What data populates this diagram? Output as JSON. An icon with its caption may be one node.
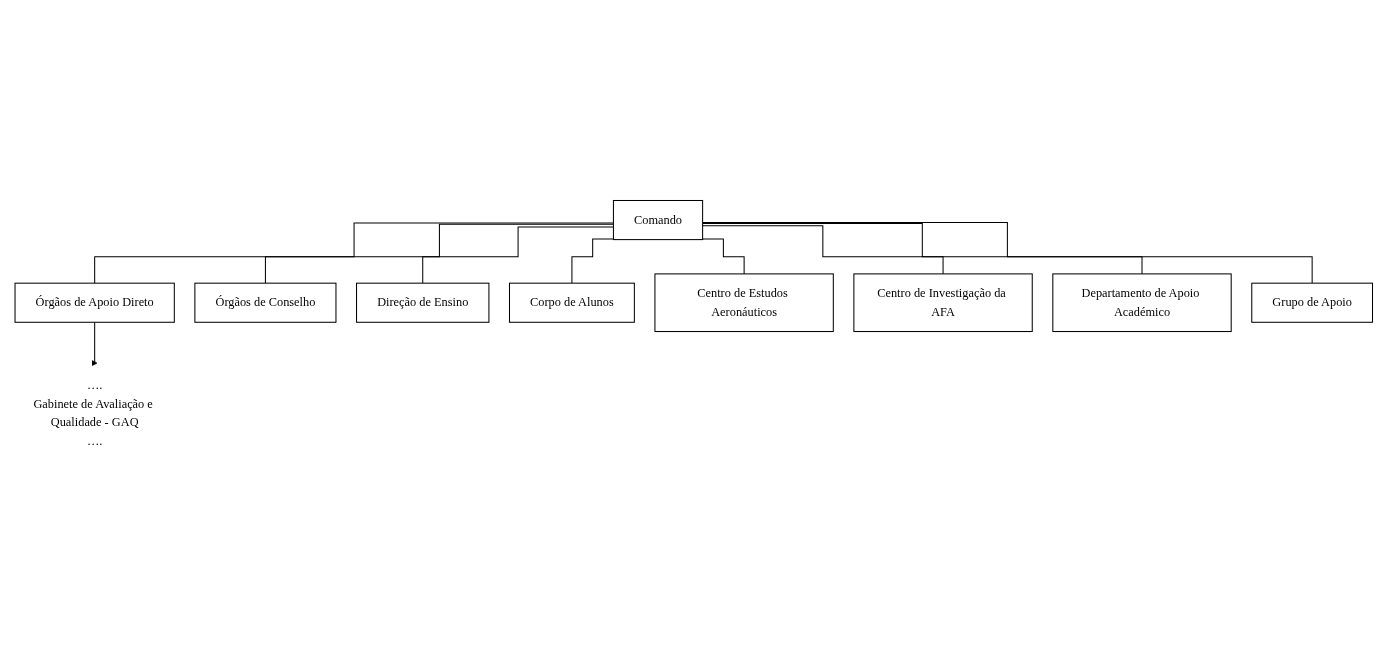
{
  "diagram": {
    "nodes": [
      {
        "text": [
          "Comando"
        ]
      },
      {
        "text": [
          "Órgãos de Apoio Direto"
        ]
      },
      {
        "text": [
          "Órgãos de Conselho"
        ]
      },
      {
        "text": [
          "….",
          "Gabinete de Avaliação e Qualidade - GAQ",
          "…."
        ]
      },
      {
        "text": [
          "Direção de Ensino"
        ]
      },
      {
        "text": [
          "Corpo de Alunos"
        ]
      },
      {
        "text": [
          "Centro de Estudos Aeronáuticos"
        ]
      },
      {
        "text": [
          "Centro de Investigação da AFA"
        ]
      },
      {
        "text": [
          "Departamento de Apoio Académico"
        ]
      },
      {
        "text": [
          "Grupo de Apoio"
        ]
      }
    ],
    "edges": [
      {
        "from": 0,
        "to": 1,
        "arrow": "none"
      },
      {
        "from": 0,
        "to": 2,
        "arrow": "none"
      },
      {
        "from": 1,
        "to": 3,
        "arrow": "to"
      },
      {
        "from": 0,
        "to": 4,
        "arrow": "none"
      },
      {
        "from": 0,
        "to": 5,
        "arrow": "none"
      },
      {
        "from": 0,
        "to": 6,
        "arrow": "none"
      },
      {
        "from": 0,
        "to": 7,
        "arrow": "none"
      },
      {
        "from": 0,
        "to": 8,
        "arrow": "none"
      },
      {
        "from": 0,
        "to": 9,
        "arrow": "none"
      }
    ]
  }
}
